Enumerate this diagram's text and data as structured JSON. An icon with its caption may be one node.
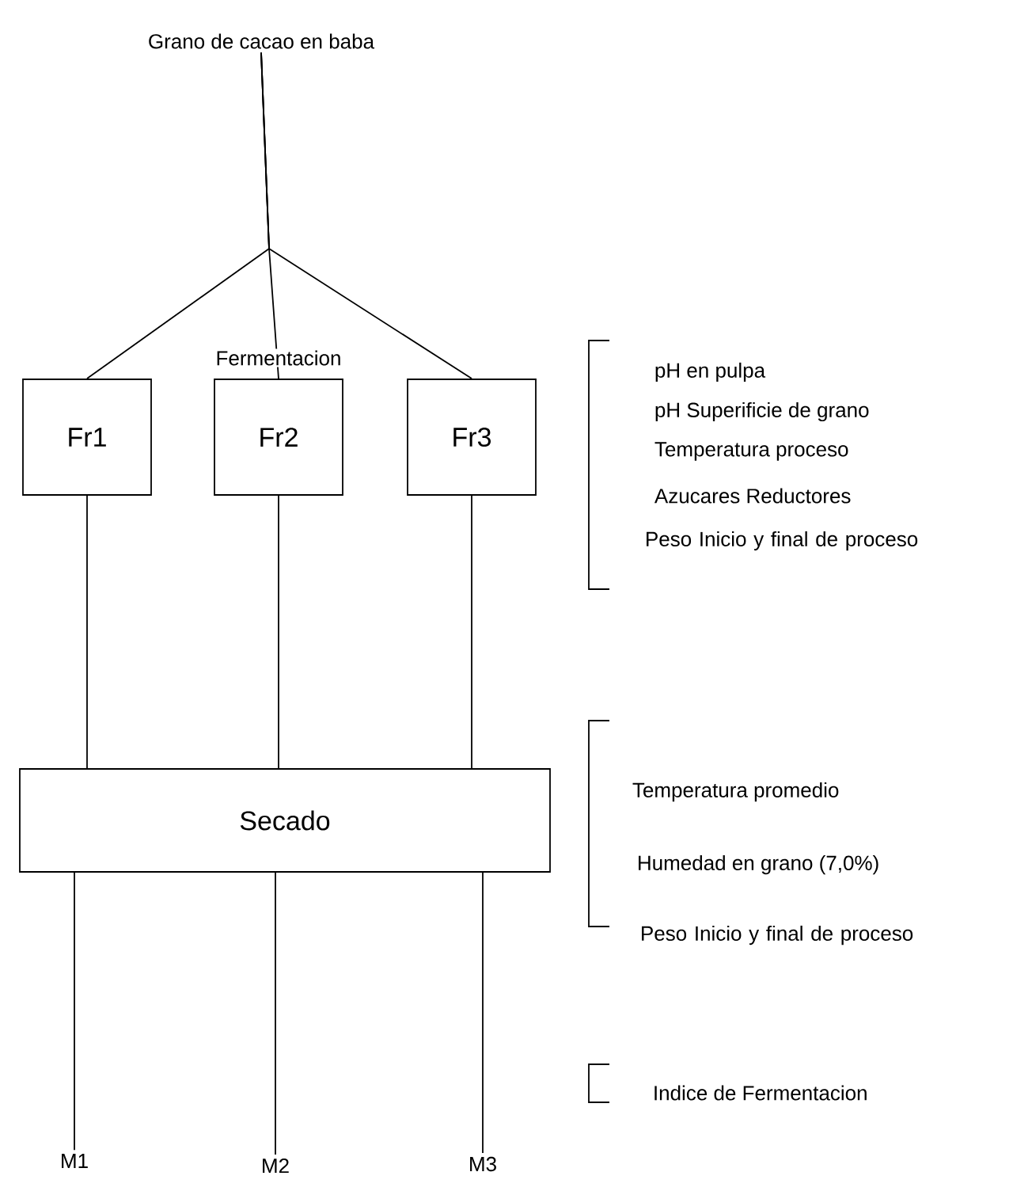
{
  "diagram": {
    "nodes": [
      {
        "text": [
          "Grano de cacao en baba"
        ]
      },
      {
        "text": [
          "Fr1"
        ]
      },
      {
        "text": [
          "Fr2"
        ]
      },
      {
        "text": [
          "Fr3"
        ]
      },
      {
        "text": [
          "Secado"
        ]
      },
      {
        "text": [
          "M1"
        ]
      },
      {
        "text": [
          "M2"
        ]
      },
      {
        "text": [
          "M3"
        ]
      }
    ],
    "edges": [
      {
        "from": 0,
        "to": 1,
        "arrow": "none"
      },
      {
        "from": 0,
        "to": 2,
        "arrow": "none"
      },
      {
        "from": 0,
        "to": 3,
        "arrow": "none"
      },
      {
        "from": 1,
        "to": 4,
        "arrow": "none"
      },
      {
        "from": 2,
        "to": 4,
        "arrow": "none"
      },
      {
        "from": 3,
        "to": 4,
        "arrow": "none"
      },
      {
        "from": 4,
        "to": 5,
        "arrow": "none"
      },
      {
        "from": 4,
        "to": 6,
        "arrow": "none"
      },
      {
        "from": 4,
        "to": 7,
        "arrow": "none"
      }
    ],
    "labels": [
      "Fermentacion",
      "pH en pulpa",
      "pH Superificie de grano",
      "Temperatura proceso",
      "Azucares Reductores",
      "Peso Inicio y final de proceso",
      "Temperatura promedio",
      "Humedad en grano  (7,0%)",
      "Peso Inicio y final de proceso",
      "Indice de Fermentacion"
    ]
  }
}
